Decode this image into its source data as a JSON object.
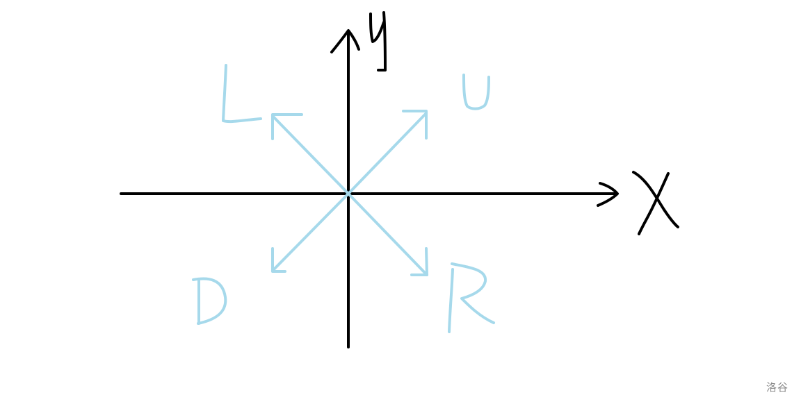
{
  "diagram": {
    "x_label": "X",
    "y_label": "y",
    "directions": {
      "up_right": "U",
      "up_left": "L",
      "down_left": "D",
      "down_right": "R"
    }
  },
  "colors": {
    "axis": "#000000",
    "direction": "#a6d9eb",
    "watermark": "#8b8b8b"
  },
  "watermark": "洛谷"
}
